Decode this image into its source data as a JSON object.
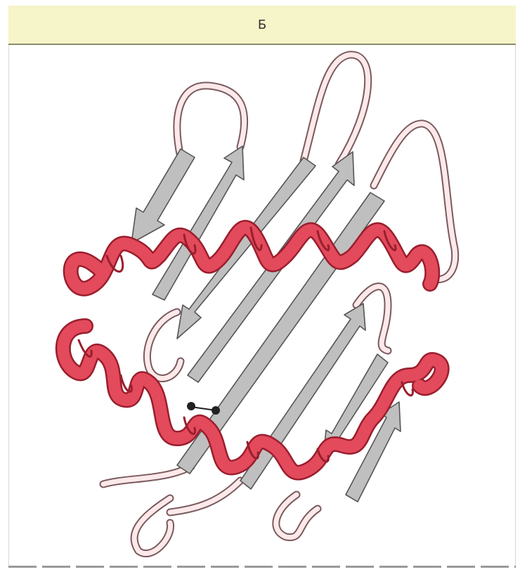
{
  "panel": {
    "label": "Б"
  },
  "colors": {
    "header_bg": "#f6f4c9",
    "helix": "#e34a5c",
    "helix_dark": "#9a1e2d",
    "strand": "#bfbfbf",
    "strand_edge": "#555555",
    "loop": "#fde9ea",
    "loop_edge": "#7a5a5e",
    "disulfide": "#222222"
  },
  "structure": {
    "alpha_helices": 2,
    "beta_strands": 8,
    "disulfide_bonds": 1
  }
}
